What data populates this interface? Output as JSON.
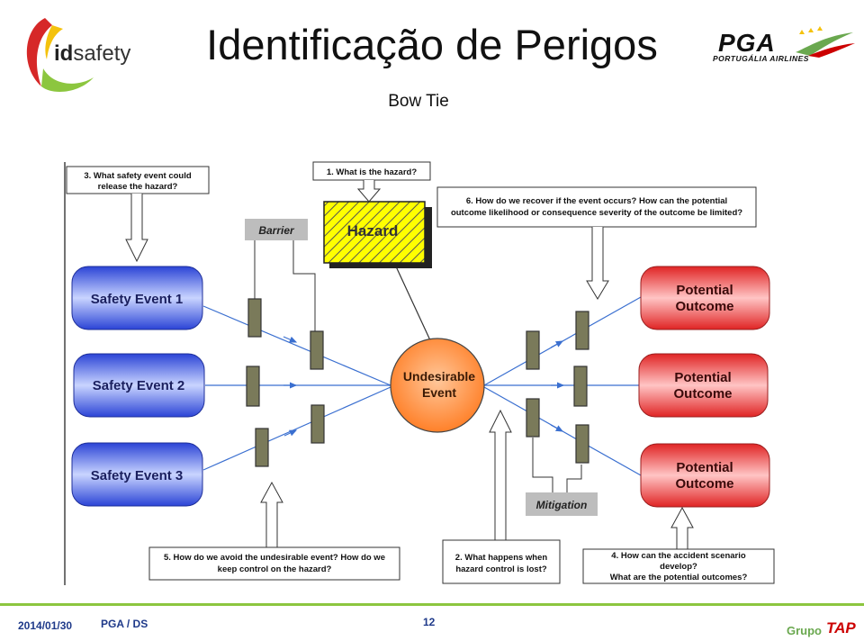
{
  "slide": {
    "title": "Identificação de Perigos",
    "subtitle": "Bow Tie"
  },
  "logos": {
    "idsafety_bold": "id",
    "idsafety_rest": "safety",
    "pga_word": "PGA",
    "pga_sub": "PORTUGÁLIA AIRLINES"
  },
  "diagram": {
    "hazard": "Hazard",
    "center": [
      "Undesirable",
      "Event"
    ],
    "barrier_label": "Barrier",
    "mitigation_label": "Mitigation",
    "safety_events": [
      "Safety Event 1",
      "Safety Event 2",
      "Safety Event 3"
    ],
    "outcomes": [
      [
        "Potential",
        "Outcome"
      ],
      [
        "Potential",
        "Outcome"
      ],
      [
        "Potential",
        "Outcome"
      ]
    ],
    "callouts": {
      "q1": [
        "1. What is the hazard?"
      ],
      "q2": [
        "2. What happens when",
        "hazard control is lost?"
      ],
      "q3": [
        "3. What safety event could",
        "release the hazard?"
      ],
      "q4": [
        "4. How can the accident scenario",
        "develop?",
        "What are the potential outcomes?"
      ],
      "q5": [
        "5. How do we avoid the undesirable event? How do we",
        "keep control on the hazard?"
      ],
      "q6": [
        "6. How do we recover if the event occurs? How can the potential",
        "outcome likelihood or consequence severity of the outcome be limited?"
      ]
    }
  },
  "footer": {
    "date": "2014/01/30",
    "dept": "PGA / DS",
    "page": "12",
    "grupo": "Grupo",
    "tap": "TAP"
  },
  "colors": {
    "accent_green": "#8cc63f",
    "footer_blue": "#1f3a8a",
    "event_blue": "#2f4fd8",
    "outcome_red": "#e53030",
    "hazard_yellow": "#ffff00",
    "center_orange": "#ff8a30"
  }
}
